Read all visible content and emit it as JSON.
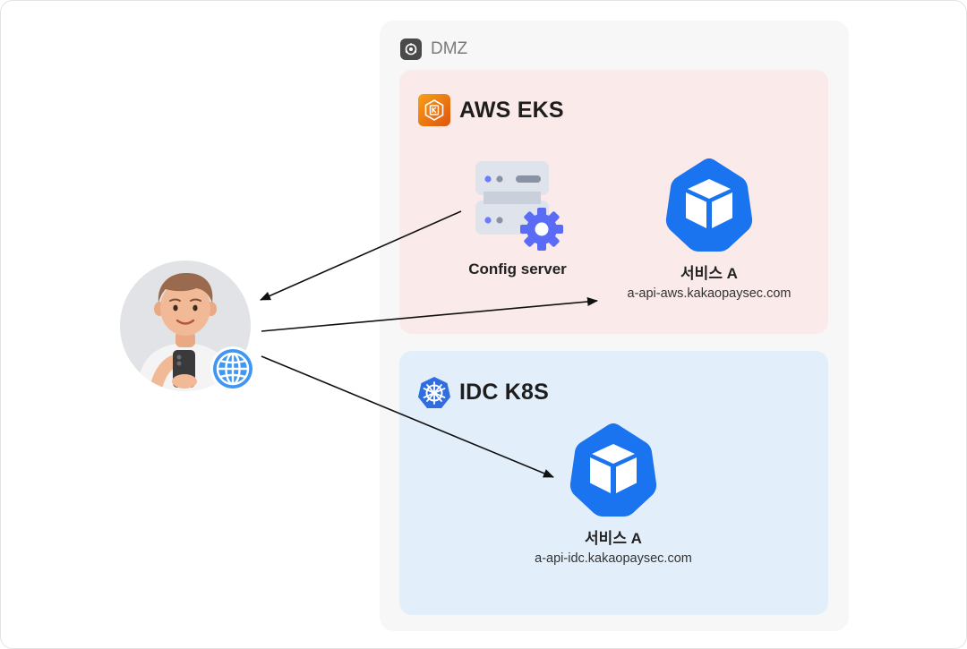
{
  "zones": {
    "dmz": {
      "label": "DMZ"
    },
    "aws": {
      "label": "AWS EKS"
    },
    "idc": {
      "label": "IDC K8S"
    }
  },
  "nodes": {
    "config_server": {
      "label": "Config server"
    },
    "aws_service": {
      "label": "서비스 A",
      "host": "a-api-aws.kakaopaysec.com"
    },
    "idc_service": {
      "label": "서비스 A",
      "host": "a-api-idc.kakaopaysec.com"
    }
  },
  "colors": {
    "aws_zone_bg": "#fbeaea",
    "idc_zone_bg": "#e2eef9",
    "dmz_bg": "#f7f7f7",
    "k8s_blue": "#1a74f0",
    "arrow": "#111111"
  },
  "icons": {
    "dmz": "network-shield-icon",
    "aws": "aws-eks-icon",
    "idc": "kubernetes-helm-icon",
    "config_server": "server-gear-icon",
    "service": "kubernetes-pod-icon",
    "user": "user-avatar-icon",
    "globe": "globe-icon"
  }
}
